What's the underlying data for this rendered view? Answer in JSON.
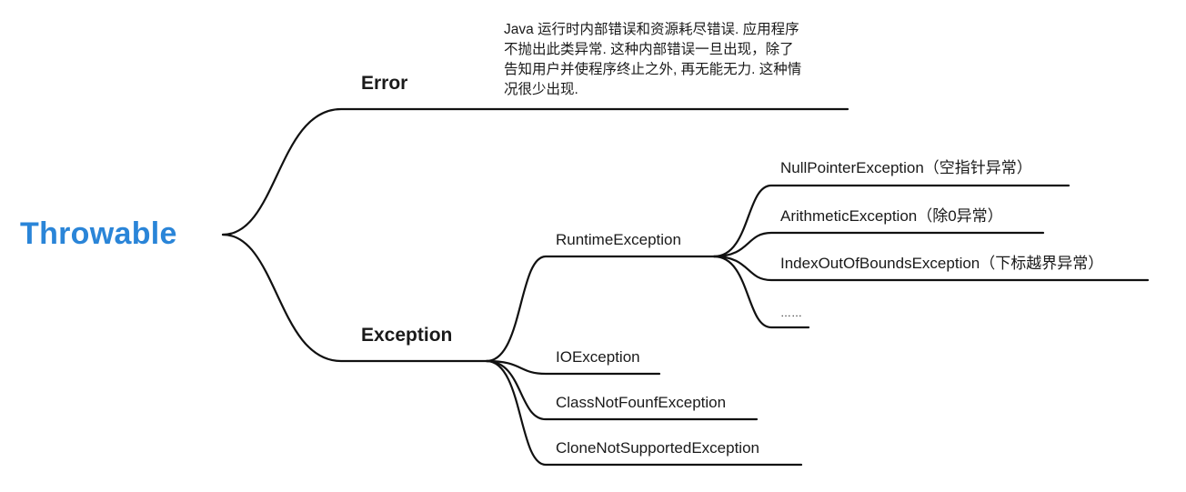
{
  "root": {
    "label": "Throwable"
  },
  "error": {
    "label": "Error",
    "note_lines": [
      " Java 运行时内部错误和资源耗尽错误. 应用程序",
      "不抛出此类异常. 这种内部错误一旦出现，除了",
      "告知用户并使程序终止之外, 再无能无力. 这种情",
      "况很少出现."
    ]
  },
  "exception": {
    "label": "Exception",
    "children": [
      {
        "label": "RuntimeException",
        "children": [
          "NullPointerException（空指针异常）",
          "ArithmeticException（除0异常）",
          "IndexOutOfBoundsException（下标越界异常）",
          "……"
        ]
      },
      {
        "label": "IOException"
      },
      {
        "label": "ClassNotFounfException"
      },
      {
        "label": "CloneNotSupportedException"
      }
    ]
  },
  "colors": {
    "root": "#2a85d8",
    "line": "#111111",
    "text": "#1a1a1a"
  }
}
